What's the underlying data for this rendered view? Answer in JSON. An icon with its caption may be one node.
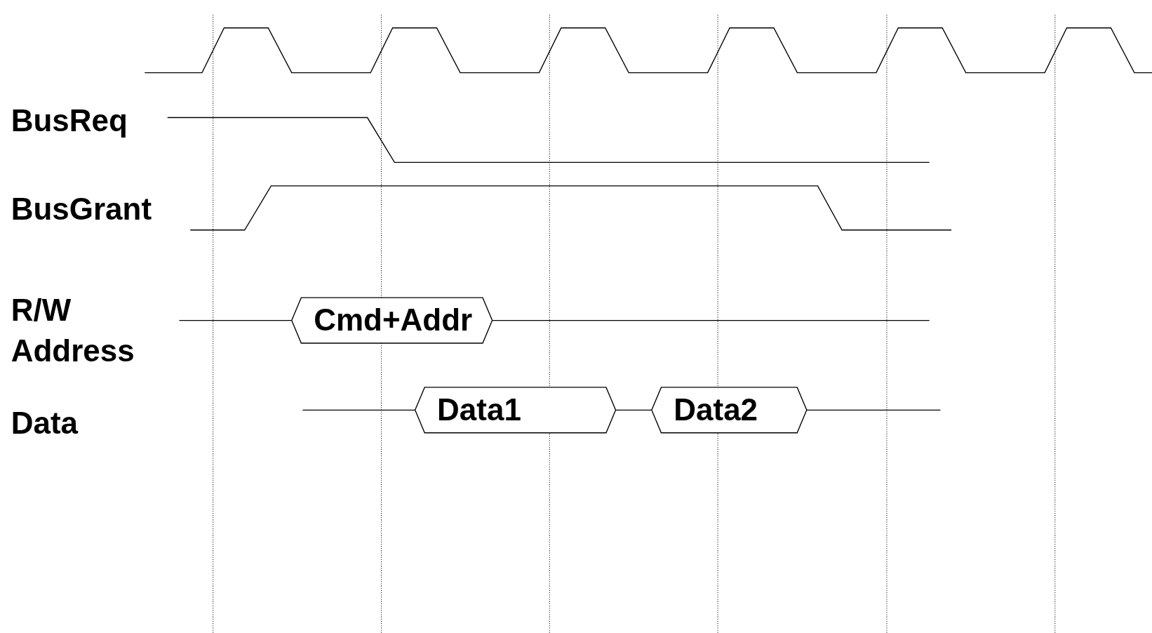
{
  "diagram": {
    "nodes": [
      {
        "text": [
          "Cmd+Addr"
        ]
      },
      {
        "text": [
          "Data1"
        ]
      },
      {
        "text": [
          "Data2"
        ]
      }
    ],
    "edges": [
      {
        "from": 1,
        "to": 2,
        "arrow": "none"
      }
    ],
    "labels": [
      "BusReq",
      "BusGrant",
      "R/W Address",
      "Data"
    ]
  }
}
